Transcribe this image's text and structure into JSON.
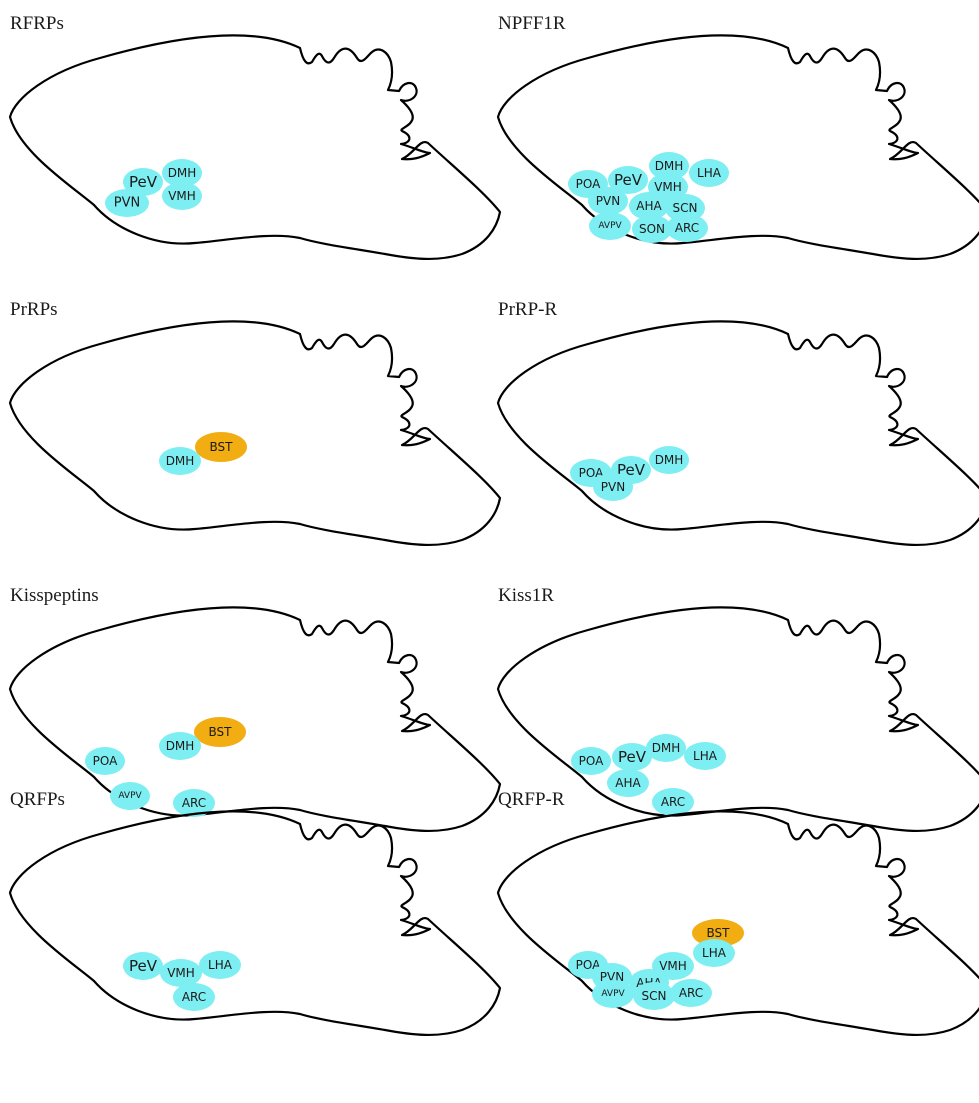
{
  "colors": {
    "hypothalamic_nucleus": "#7deef2",
    "extrahypothalamic": "#f2ad12"
  },
  "panels": [
    {
      "title": "RFRPs",
      "regions": [
        {
          "label": "PeV",
          "type": "hypothalamic_nucleus"
        },
        {
          "label": "DMH",
          "type": "hypothalamic_nucleus"
        },
        {
          "label": "VMH",
          "type": "hypothalamic_nucleus"
        },
        {
          "label": "PVN",
          "type": "hypothalamic_nucleus"
        }
      ]
    },
    {
      "title": "NPFF1R",
      "regions": [
        {
          "label": "DMH",
          "type": "hypothalamic_nucleus"
        },
        {
          "label": "LHA",
          "type": "hypothalamic_nucleus"
        },
        {
          "label": "POA",
          "type": "hypothalamic_nucleus"
        },
        {
          "label": "PeV",
          "type": "hypothalamic_nucleus"
        },
        {
          "label": "VMH",
          "type": "hypothalamic_nucleus"
        },
        {
          "label": "PVN",
          "type": "hypothalamic_nucleus"
        },
        {
          "label": "AHA",
          "type": "hypothalamic_nucleus"
        },
        {
          "label": "SCN",
          "type": "hypothalamic_nucleus"
        },
        {
          "label": "AVPV",
          "type": "hypothalamic_nucleus"
        },
        {
          "label": "SON",
          "type": "hypothalamic_nucleus"
        },
        {
          "label": "ARC",
          "type": "hypothalamic_nucleus"
        }
      ]
    },
    {
      "title": "PrRPs",
      "regions": [
        {
          "label": "BST",
          "type": "extrahypothalamic"
        },
        {
          "label": "DMH",
          "type": "hypothalamic_nucleus"
        }
      ]
    },
    {
      "title": "PrRP-R",
      "regions": [
        {
          "label": "DMH",
          "type": "hypothalamic_nucleus"
        },
        {
          "label": "POA",
          "type": "hypothalamic_nucleus"
        },
        {
          "label": "PeV",
          "type": "hypothalamic_nucleus"
        },
        {
          "label": "PVN",
          "type": "hypothalamic_nucleus"
        }
      ]
    },
    {
      "title": "Kisspeptins",
      "regions": [
        {
          "label": "BST",
          "type": "extrahypothalamic"
        },
        {
          "label": "DMH",
          "type": "hypothalamic_nucleus"
        },
        {
          "label": "POA",
          "type": "hypothalamic_nucleus"
        },
        {
          "label": "AVPV",
          "type": "hypothalamic_nucleus"
        },
        {
          "label": "ARC",
          "type": "hypothalamic_nucleus"
        }
      ]
    },
    {
      "title": "Kiss1R",
      "regions": [
        {
          "label": "DMH",
          "type": "hypothalamic_nucleus"
        },
        {
          "label": "LHA",
          "type": "hypothalamic_nucleus"
        },
        {
          "label": "POA",
          "type": "hypothalamic_nucleus"
        },
        {
          "label": "PeV",
          "type": "hypothalamic_nucleus"
        },
        {
          "label": "AHA",
          "type": "hypothalamic_nucleus"
        },
        {
          "label": "ARC",
          "type": "hypothalamic_nucleus"
        }
      ]
    },
    {
      "title": "QRFPs",
      "regions": [
        {
          "label": "PeV",
          "type": "hypothalamic_nucleus"
        },
        {
          "label": "VMH",
          "type": "hypothalamic_nucleus"
        },
        {
          "label": "LHA",
          "type": "hypothalamic_nucleus"
        },
        {
          "label": "ARC",
          "type": "hypothalamic_nucleus"
        }
      ]
    },
    {
      "title": "QRFP-R",
      "regions": [
        {
          "label": "BST",
          "type": "extrahypothalamic"
        },
        {
          "label": "LHA",
          "type": "hypothalamic_nucleus"
        },
        {
          "label": "POA",
          "type": "hypothalamic_nucleus"
        },
        {
          "label": "VMH",
          "type": "hypothalamic_nucleus"
        },
        {
          "label": "PVN",
          "type": "hypothalamic_nucleus"
        },
        {
          "label": "AHA",
          "type": "hypothalamic_nucleus"
        },
        {
          "label": "AVPV",
          "type": "hypothalamic_nucleus"
        },
        {
          "label": "SCN",
          "type": "hypothalamic_nucleus"
        },
        {
          "label": "ARC",
          "type": "hypothalamic_nucleus"
        }
      ]
    }
  ]
}
